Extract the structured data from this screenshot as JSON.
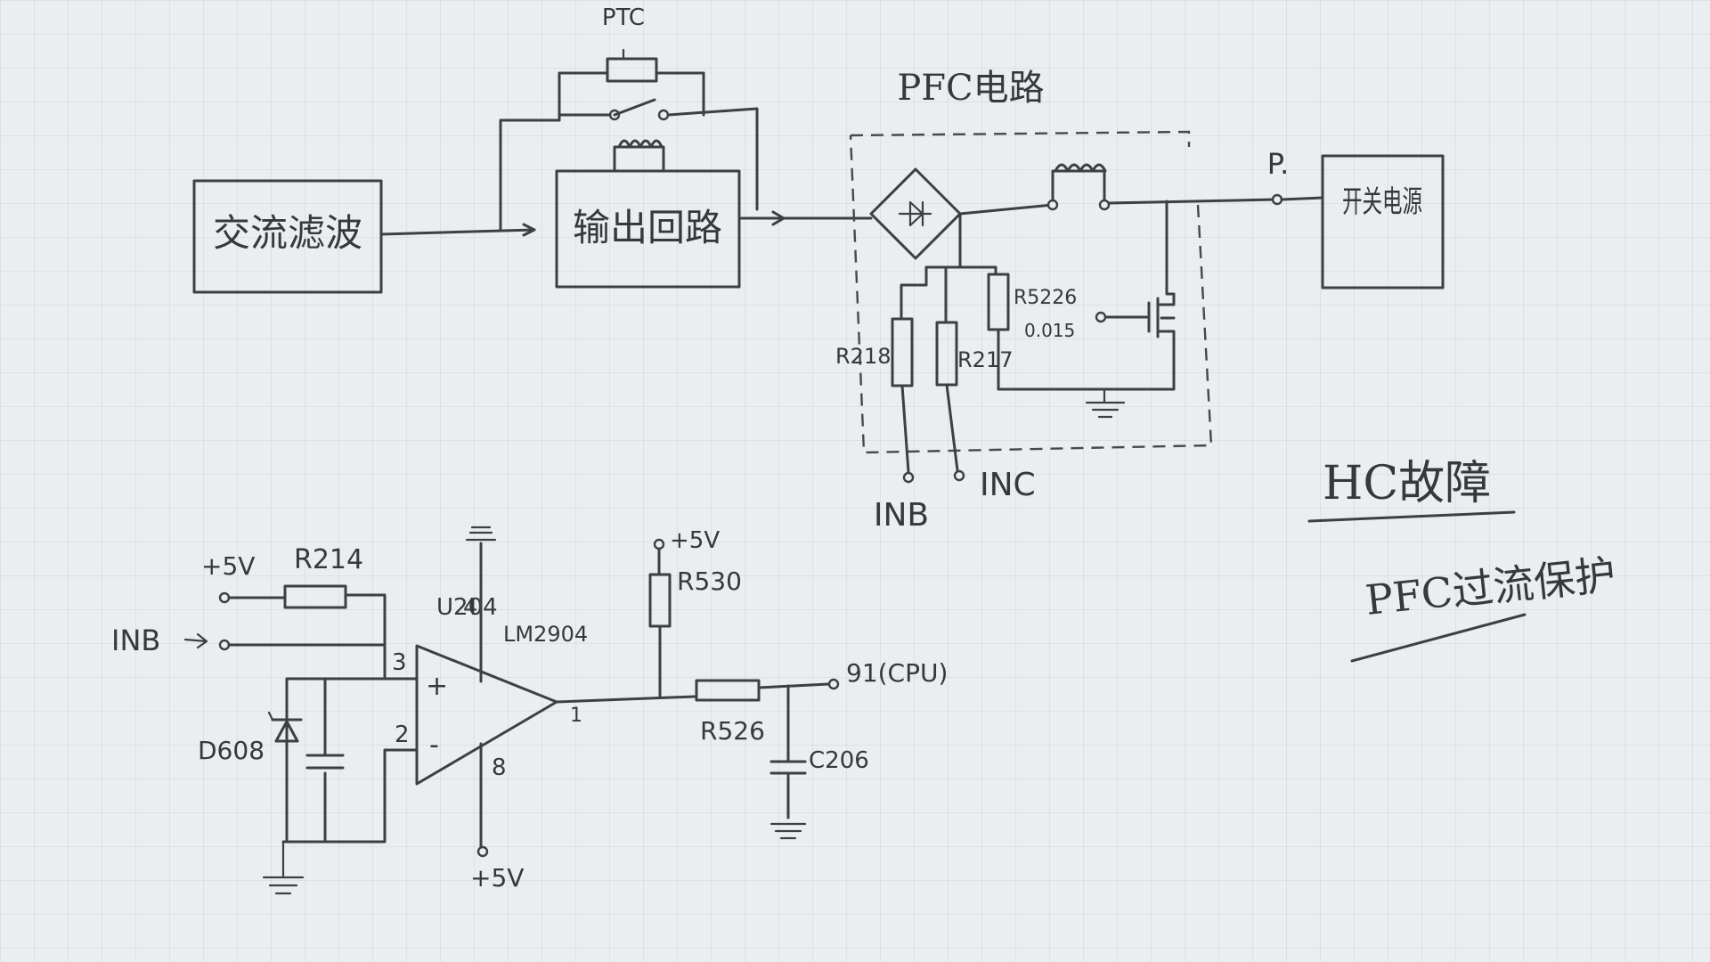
{
  "blocks": {
    "ac_filter": "交流滤波",
    "rectifier_block": "输出回路",
    "switch_power": "开关电源"
  },
  "titles": {
    "pfc_circuit": "PFC电路",
    "ptc": "PTC",
    "node_p": "P."
  },
  "components": {
    "r218": "R218",
    "r217": "R217",
    "r5226": "R5226",
    "r5226_value": "0.015",
    "r214": "R214",
    "r530": "R530",
    "r526": "R526",
    "c206": "C206",
    "d608": "D608",
    "opamp_ref": "U204",
    "opamp_part": "LM2904"
  },
  "labels": {
    "inb_out": "INB",
    "inc_out": "INC",
    "plus5v_left": "+5V",
    "inb_in": "INB",
    "plus5v_r530": "+5V",
    "plus5v_bottom": "+5V",
    "cpu_pin": "91(CPU)",
    "pin3": "3",
    "pin2": "2",
    "pin4": "4",
    "pin8": "8",
    "pin1": "1",
    "plus_sign": "+",
    "minus_sign": "-"
  },
  "notes": {
    "hc_fault": "HC故障",
    "pfc_overcurrent": "PFC过流保护"
  }
}
